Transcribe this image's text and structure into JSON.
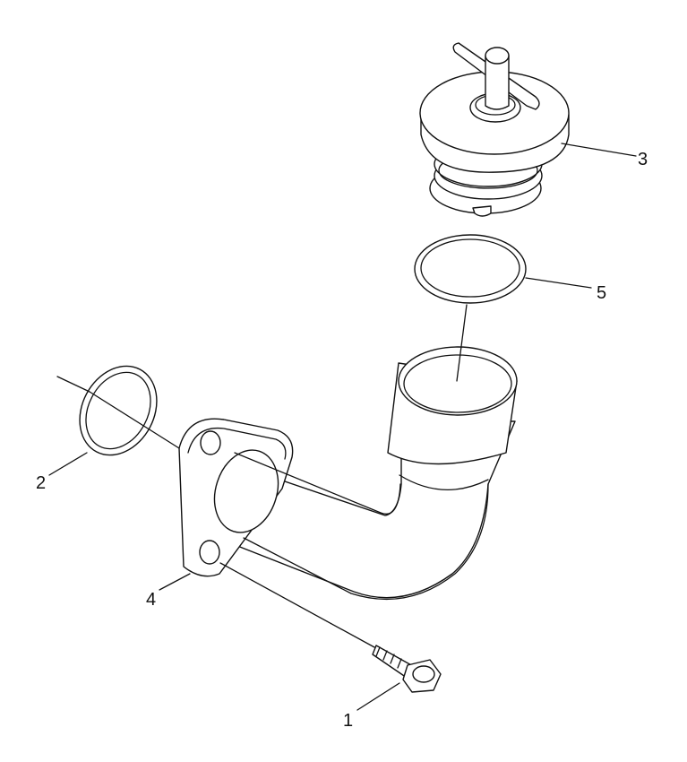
{
  "diagram": {
    "callouts": [
      "1",
      "2",
      "3",
      "4",
      "5"
    ]
  }
}
